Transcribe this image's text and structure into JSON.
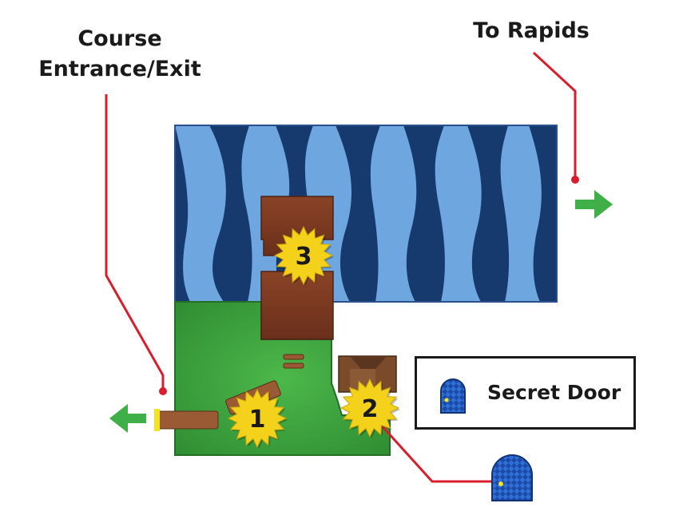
{
  "labels": {
    "entrance": [
      "Course",
      "Entrance/Exit"
    ],
    "rapids": "To Rapids"
  },
  "markers": [
    {
      "number": "1",
      "color": "#f4d21c"
    },
    {
      "number": "2",
      "color": "#f4d21c"
    },
    {
      "number": "3",
      "color": "#f4d21c"
    }
  ],
  "legend": {
    "items": [
      {
        "icon": "secret-door-icon",
        "label": "Secret Door"
      }
    ]
  },
  "colors": {
    "water_dark": "#163a6e",
    "water_light": "#6ea6e0",
    "grass": "#3fa73f",
    "wood": "#7a3a22",
    "callout_line": "#d81e2c",
    "arrow": "#3fb048",
    "door": "#2f6fd6"
  }
}
